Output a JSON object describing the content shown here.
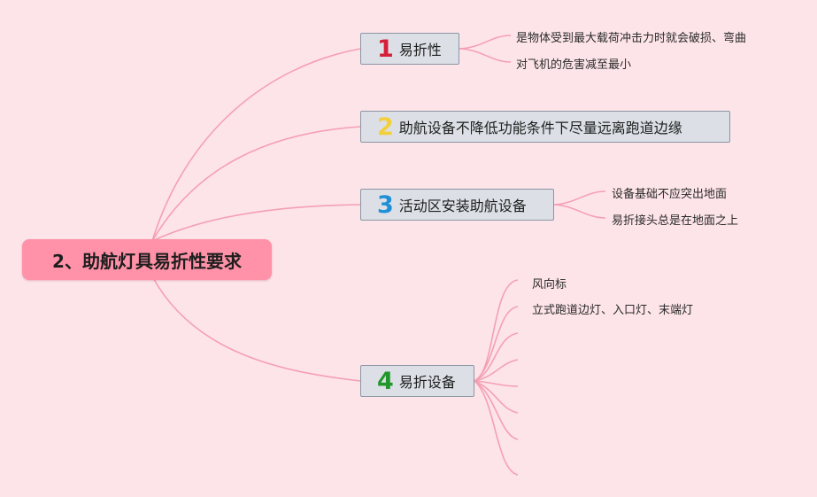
{
  "root": {
    "title": "2、助航灯具易折性要求"
  },
  "branches": [
    {
      "number": "1",
      "color": "#d6203a",
      "label": "易折性",
      "leaves": [
        "是物体受到最大载荷冲击力时就会破损、弯曲",
        "对飞机的危害减至最小"
      ]
    },
    {
      "number": "2",
      "color": "#f3cf3c",
      "label": "助航设备不降低功能条件下尽量远离跑道边缘",
      "leaves": []
    },
    {
      "number": "3",
      "color": "#1f8fd8",
      "label": "活动区安装助航设备",
      "leaves": [
        "设备基础不应突出地面",
        "易折接头总是在地面之上"
      ]
    },
    {
      "number": "4",
      "color": "#22962a",
      "label": "易折设备",
      "leaves": [
        "风向标",
        "立式跑道边灯、入口灯、末端灯"
      ]
    }
  ],
  "colors": {
    "background": "#fde4e9",
    "root_fill": "#ff92a8",
    "connector": "#f4a0b4",
    "branch_fill": "#dce0e6"
  }
}
